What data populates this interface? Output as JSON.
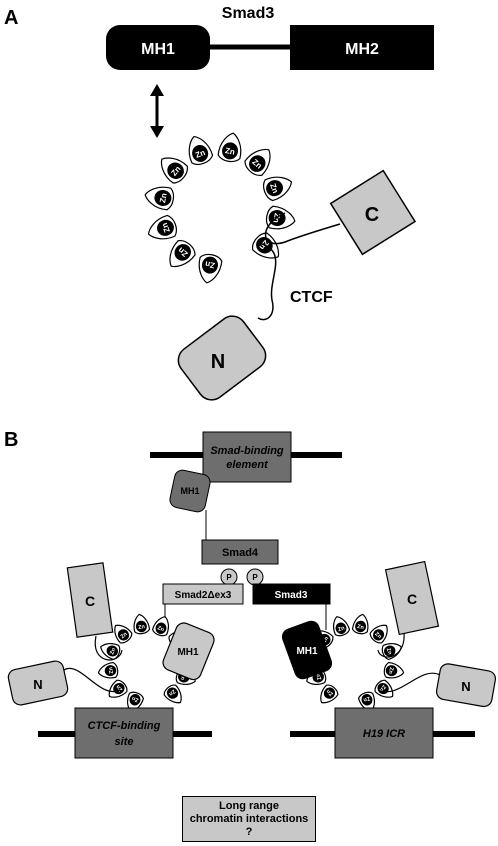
{
  "panels": {
    "a": "A",
    "b": "B"
  },
  "colors": {
    "black": "#000000",
    "light_gray": "#c8c8c8",
    "dark_gray": "#6e6e6e",
    "white": "#ffffff"
  },
  "panel_a": {
    "smad3_title": "Smad3",
    "mh1": "MH1",
    "mh2": "MH2",
    "ctcf_label": "CTCF",
    "c_term": "C",
    "n_term": "N",
    "zn": "Zn"
  },
  "panel_b": {
    "smad_binding_element_line1": "Smad-binding",
    "smad_binding_element_line2": "element",
    "smad4_mh1": "MH1",
    "smad4": "Smad4",
    "p": "P",
    "smad2dex3": "Smad2Δex3",
    "smad3": "Smad3",
    "left_c": "C",
    "left_n": "N",
    "left_mh1": "MH1",
    "right_c": "C",
    "right_n": "N",
    "right_mh1": "MH1",
    "ctcf_site_line1": "CTCF-binding",
    "ctcf_site_line2": "site",
    "h19_icr": "H19 ICR",
    "long_range_line1": "Long range",
    "long_range_line2": "chromatin interactions",
    "long_range_line3": "?"
  }
}
